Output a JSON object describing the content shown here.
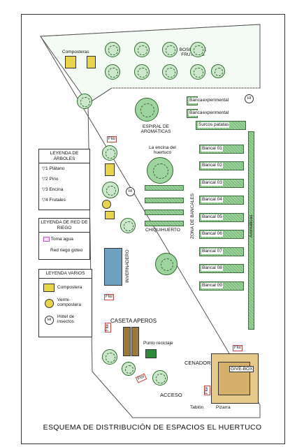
{
  "title": "ESQUEMA DE DISTRIBUCIÓN DE ESPACIOS EL HUERTUCO",
  "areas": {
    "composteras": "Composteras",
    "bosque": "BOSQUE DE FRUTALES",
    "espiral": "ESPIRAL DE AROMÁTICAS",
    "banca1": "Banca",
    "banca1_label": "experimental",
    "banca2": "Banca",
    "banca2_label": "experimental",
    "surcos": "Surcos patatas",
    "encina": "La encina del huertuco",
    "chiquihuerto": "CHIQUIHUERTO",
    "zona_bancales": "ZONA DE BANCALES",
    "aromaticas": "Aromáticas",
    "invernadero": "INVERNADERO",
    "caseta": "CASETA APEROS",
    "punto_reciclaje": "Punto reciclaje",
    "cenador": "CENADOR",
    "give_box": "GIVE-BOX",
    "acceso": "ACCESO",
    "tablon": "Tablón",
    "pizarra": "Pizarra",
    "flor": "Flor",
    "hi": "HI"
  },
  "bancales": [
    "Bancal 01",
    "Bancal 02",
    "Bancal 03",
    "Bancal 04",
    "Bancal 05",
    "Bancal 06",
    "Bancal 07",
    "Bancal 08",
    "Bancal 09"
  ],
  "tree_numbers": [
    "1",
    "2",
    "3",
    "4"
  ],
  "legend_arboles": {
    "title": "LEYENDA DE ÁRBOLES",
    "items": [
      {
        "num": "1",
        "label": "Plátano"
      },
      {
        "num": "2",
        "label": "Pino"
      },
      {
        "num": "3",
        "label": "Encina"
      },
      {
        "num": "4",
        "label": "Frutales"
      }
    ]
  },
  "legend_riego": {
    "title": "LEYENDA DE RED DE RIEGO",
    "items": [
      "Toma agua",
      "Red riego goteo"
    ]
  },
  "legend_varios": {
    "title": "LEYENDA VARIOS",
    "items": [
      "Compostera",
      "Vermi-compostera",
      "Hotel de insectos"
    ]
  },
  "colors": {
    "green": "#7fc07f",
    "yellow": "#e8d44c",
    "pink": "#f4a6b6",
    "greenhouse": "#6fa0c0",
    "brown": "#9a7a3a"
  }
}
